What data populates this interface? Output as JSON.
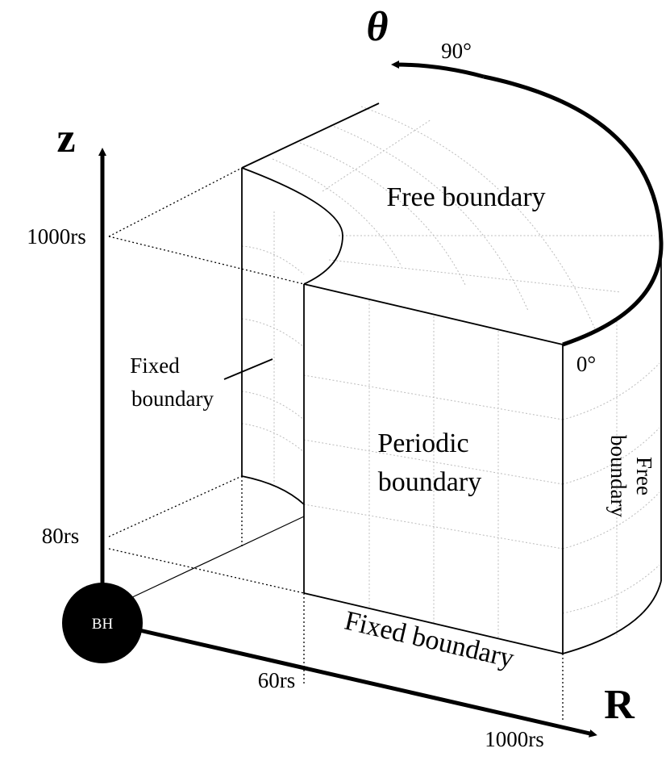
{
  "axes": {
    "z_label": "z",
    "r_label": "R",
    "theta_label": "θ"
  },
  "ticks": {
    "z_1000": "1000rs",
    "z_80": "80rs",
    "r_60": "60rs",
    "r_1000": "1000rs",
    "theta_90": "90°",
    "theta_0": "0°"
  },
  "regions": {
    "free_top": "Free boundary",
    "fixed_inner_line1": "Fixed",
    "fixed_inner_line2": "boundary",
    "periodic_line1": "Periodic",
    "periodic_line2": "boundary",
    "free_outer_line1": "Free",
    "free_outer_line2": "boundary",
    "fixed_bottom": "Fixed boundary"
  },
  "black_hole": {
    "label": "BH",
    "color": "#000000",
    "text_color": "#ffffff"
  }
}
